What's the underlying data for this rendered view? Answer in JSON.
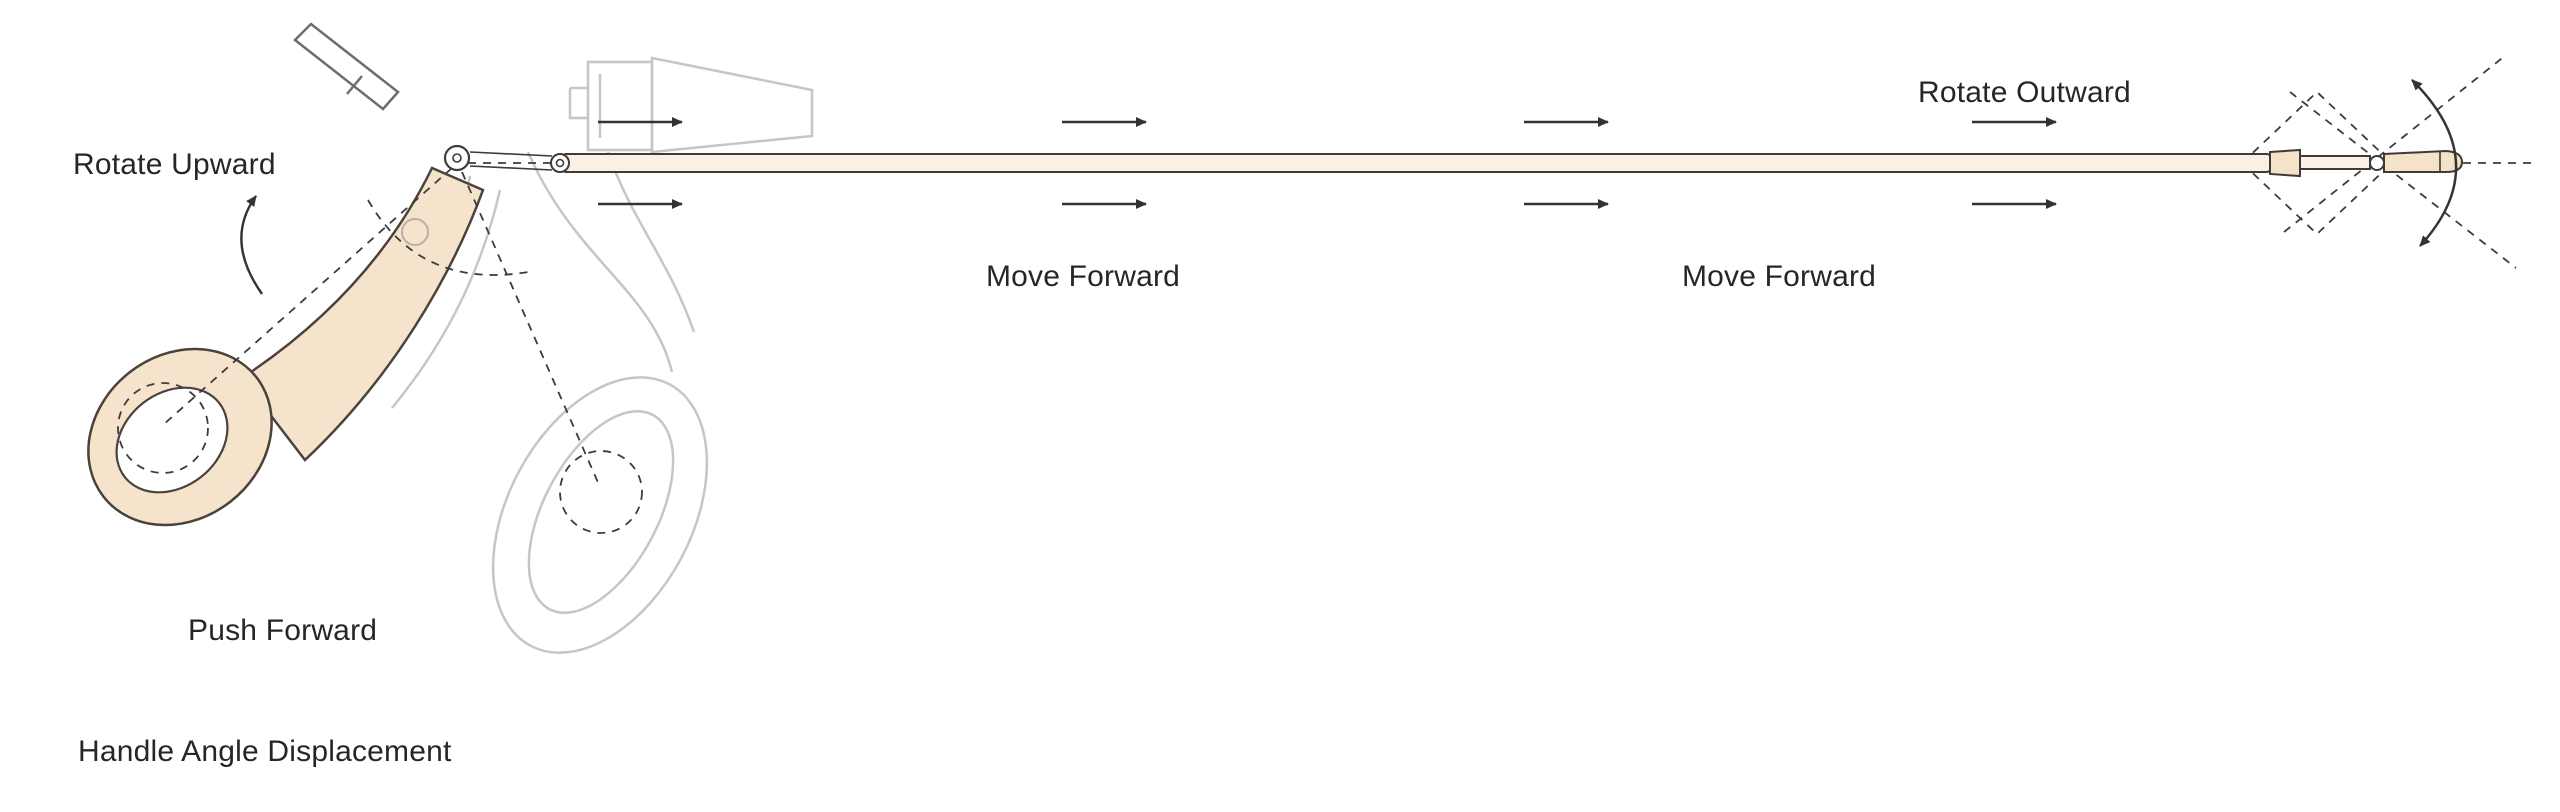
{
  "diagram": {
    "title": "Handle Angle Displacement",
    "labels": {
      "rotate_upward": "Rotate Upward",
      "push_forward": "Push Forward",
      "handle_angle_displacement": "Handle Angle Displacement",
      "move_forward_1": "Move Forward",
      "move_forward_2": "Move Forward",
      "rotate_outward": "Rotate Outward"
    },
    "colors": {
      "handle_fill": "#f6e3cc",
      "shaft_fill": "#faf1e4",
      "outline_dark": "#3f3a35",
      "outline_light": "#c6c6c6",
      "dashed_line": "#3c3c3c",
      "arrow": "#333333",
      "text": "#262626",
      "background": "#ffffff"
    }
  }
}
